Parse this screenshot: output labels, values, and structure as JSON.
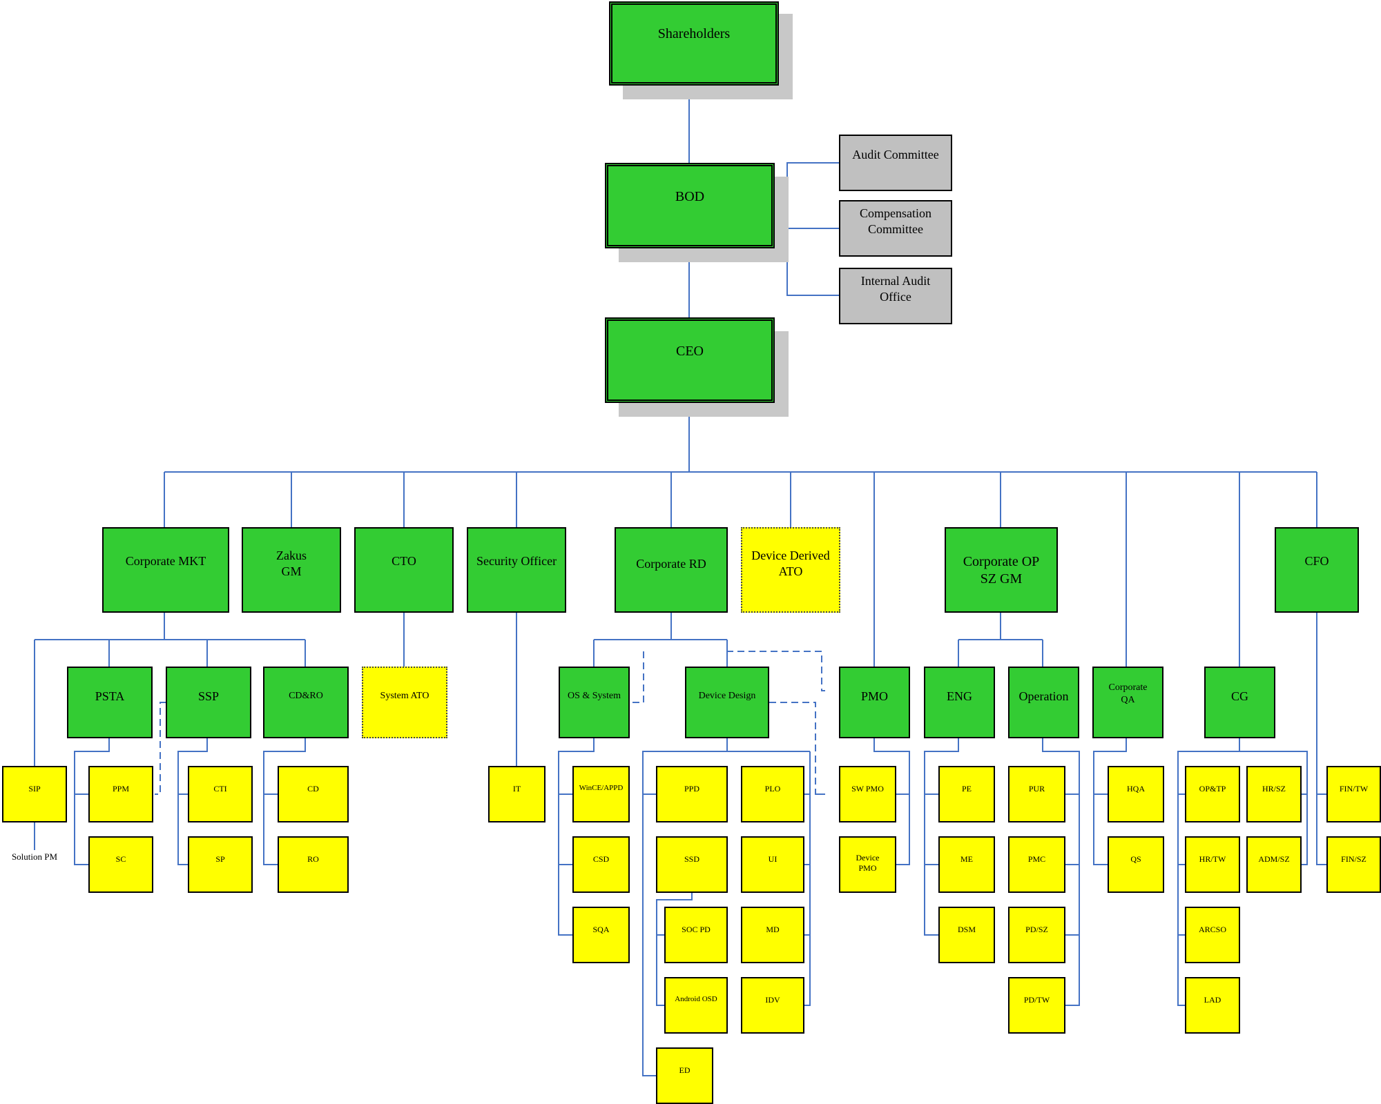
{
  "chart": {
    "top": {
      "shareholders": "Shareholders",
      "bod": "BOD",
      "ceo": "CEO"
    },
    "committees": {
      "audit": "Audit Committee",
      "compensation": [
        "Compensation",
        "Committee"
      ],
      "internal_audit": [
        "Internal Audit",
        "Office"
      ]
    },
    "divisions": {
      "corporate_mkt": "Corporate MKT",
      "zakus_gm": [
        "Zakus",
        "GM"
      ],
      "cto": "CTO",
      "security_officer": "Security Officer",
      "corporate_rd": "Corporate RD",
      "device_derived_ato": [
        "Device Derived",
        "ATO"
      ],
      "corporate_op": [
        "Corporate OP",
        "SZ GM"
      ],
      "cfo": "CFO"
    },
    "departments": {
      "psta": "PSTA",
      "ssp": "SSP",
      "cdro": "CD&RO",
      "system_ato": "System ATO",
      "os_system": "OS & System",
      "device_design": "Device Design",
      "pmo": "PMO",
      "eng": "ENG",
      "operation": "Operation",
      "corporate_qa": [
        "Corporate",
        "QA"
      ],
      "cg": "CG"
    },
    "units": {
      "sip": "SIP",
      "solution_pm": "Solution PM",
      "ppm": "PPM",
      "sc": "SC",
      "cti": "CTI",
      "sp": "SP",
      "cd": "CD",
      "ro": "RO",
      "it": "IT",
      "wince": "WinCE/APPD",
      "csd": "CSD",
      "sqa": "SQA",
      "ppd": "PPD",
      "ssd": "SSD",
      "soc_pd": "SOC PD",
      "android_osd": "Android OSD",
      "ed": "ED",
      "plo": "PLO",
      "ui": "UI",
      "md": "MD",
      "idv": "IDV",
      "sw_pmo": "SW PMO",
      "device_pmo": [
        "Device",
        "PMO"
      ],
      "pe": "PE",
      "me": "ME",
      "dsm": "DSM",
      "pur": "PUR",
      "pmc": "PMC",
      "pd_sz": "PD/SZ",
      "pd_tw": "PD/TW",
      "hqa": "HQA",
      "qs": "QS",
      "optp": "OP&TP",
      "hr_tw": "HR/TW",
      "arcso": "ARCSO",
      "lad": "LAD",
      "hr_sz": "HR/SZ",
      "adm_sz": "ADM/SZ",
      "fin_tw": "FIN/TW",
      "fin_sz": "FIN/SZ"
    }
  }
}
